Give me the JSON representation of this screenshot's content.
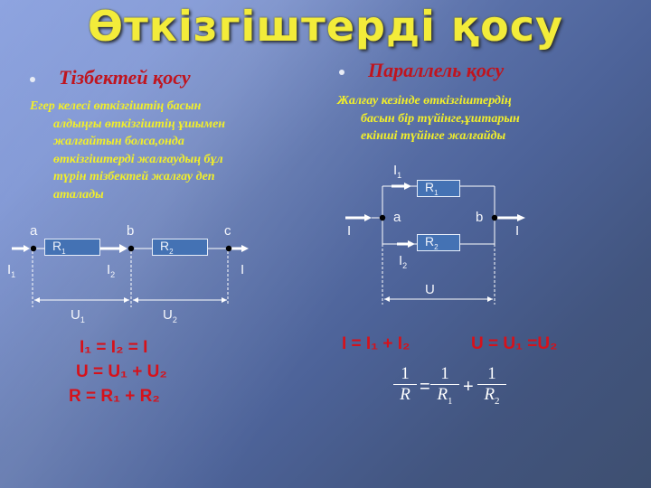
{
  "slide": {
    "title": "Өткізгіштерді қосу",
    "colors": {
      "title": "#f3ec3a",
      "heading": "#c0141e",
      "body_text": "#f2ef2a",
      "formula": "#d5121b",
      "resistor_fill": "#4472b4",
      "background_light": "#8ea4e0",
      "background_dark": "#3e4f70"
    }
  },
  "series": {
    "heading": "Тізбектей қосу",
    "description_lines": [
      "Егер келесі өткізгіштің басын",
      "алдыңғы өткізгіштің ұшымен",
      "жалғайтын болса,онда",
      "өткізгіштерді жалғаудың бұл",
      "түрін тізбектей жалғау деп",
      "аталады"
    ],
    "diagram": {
      "nodes": [
        "a",
        "b",
        "c"
      ],
      "resistors": [
        {
          "label": "R",
          "sub": "1"
        },
        {
          "label": "R",
          "sub": "2"
        }
      ],
      "currents": [
        {
          "label": "I",
          "sub": "1"
        },
        {
          "label": "I",
          "sub": "2"
        },
        {
          "label": "I",
          "sub": ""
        }
      ],
      "voltages": [
        {
          "label": "U",
          "sub": "1"
        },
        {
          "label": "U",
          "sub": "2"
        }
      ]
    },
    "formulas": [
      {
        "text": "I₁ = I₂ = I"
      },
      {
        "text": "U = U₁ + U₂"
      },
      {
        "text": "R = R₁ + R₂"
      }
    ]
  },
  "parallel": {
    "heading": "Параллель қосу",
    "description_lines": [
      "Жалғау кезінде өткізгіштердің",
      "басын бір түйінге,ұштарын",
      "екінші түйінге жалғайды"
    ],
    "diagram": {
      "nodes": [
        "a",
        "b"
      ],
      "resistors": [
        {
          "label": "R",
          "sub": "1"
        },
        {
          "label": "R",
          "sub": "2"
        }
      ],
      "currents": [
        {
          "label": "I",
          "sub": "1"
        },
        {
          "label": "I",
          "sub": "2"
        },
        {
          "label": "I",
          "sub": ""
        },
        {
          "label": "I",
          "sub": ""
        }
      ],
      "voltage": {
        "label": "U"
      }
    },
    "formulas": [
      {
        "text": "I = I₁ + I₂"
      },
      {
        "text": "U = U₁ =U₂"
      }
    ],
    "fraction_formula": {
      "lhs": {
        "num": "1",
        "den": "R",
        "sub": ""
      },
      "eq": "=",
      "term1": {
        "num": "1",
        "den": "R",
        "sub": "1"
      },
      "plus": "+",
      "term2": {
        "num": "1",
        "den": "R",
        "sub": "2"
      }
    }
  }
}
